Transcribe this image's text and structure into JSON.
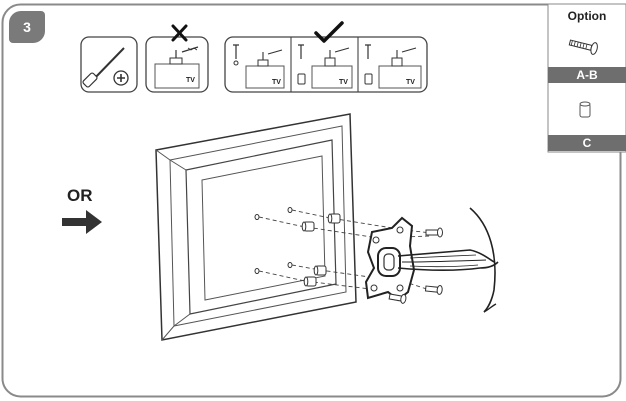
{
  "step": {
    "number": "3"
  },
  "options": {
    "title": "Option",
    "items": [
      {
        "label": "A-B",
        "icon": "bolt-icon"
      },
      {
        "label": "C",
        "icon": "spacer-icon"
      }
    ]
  },
  "alternative": {
    "label": "OR",
    "icon": "arrow-right-icon"
  },
  "instructions": {
    "tool_icon": "screwdriver-plus-icon",
    "wrong_mark": "X",
    "right_mark": "check-icon",
    "panel_label": "TV"
  },
  "colors": {
    "badge": "#7a7a7a",
    "bar": "#6e6e6e",
    "line": "#222222",
    "frame": "#888888"
  }
}
